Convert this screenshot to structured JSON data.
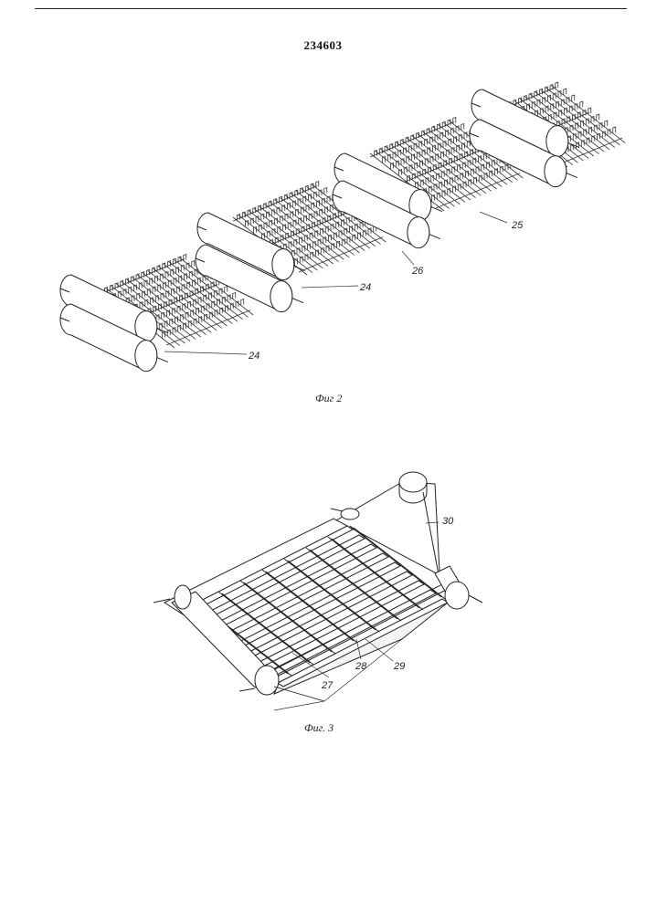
{
  "document": {
    "patent_number": "234603",
    "figures": [
      {
        "caption": "Фиг 2",
        "labels": [
          "24",
          "24",
          "26",
          "25"
        ]
      },
      {
        "caption": "Фиг. 3",
        "labels": [
          "30",
          "27",
          "28",
          "29"
        ]
      }
    ]
  }
}
